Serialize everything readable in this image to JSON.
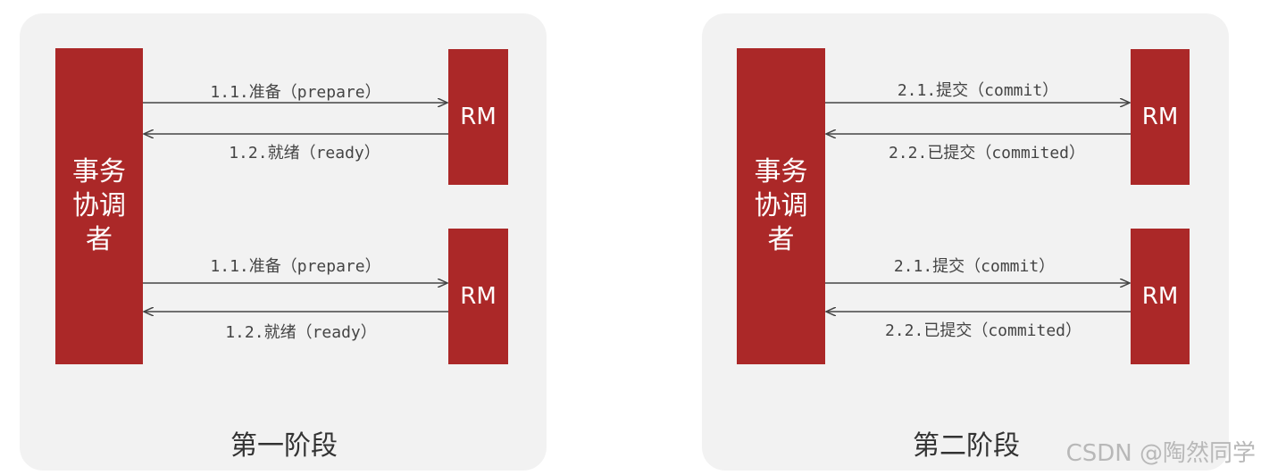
{
  "phases": [
    {
      "title": "第一阶段",
      "coordinator_lines": [
        "事务",
        "协调",
        "者"
      ],
      "groups": [
        {
          "rm_label": "RM",
          "request": "1.1.准备（prepare）",
          "response": "1.2.就绪（ready）"
        },
        {
          "rm_label": "RM",
          "request": "1.1.准备（prepare）",
          "response": "1.2.就绪（ready）"
        }
      ]
    },
    {
      "title": "第二阶段",
      "coordinator_lines": [
        "事务",
        "协调",
        "者"
      ],
      "groups": [
        {
          "rm_label": "RM",
          "request": "2.1.提交（commit）",
          "response": "2.2.已提交（commited）"
        },
        {
          "rm_label": "RM",
          "request": "2.1.提交（commit）",
          "response": "2.2.已提交（commited）"
        }
      ]
    }
  ],
  "watermark": "CSDN @陶然同学",
  "colors": {
    "box": "#ab2828",
    "panel": "#f2f2f2",
    "arrow": "#444444"
  }
}
